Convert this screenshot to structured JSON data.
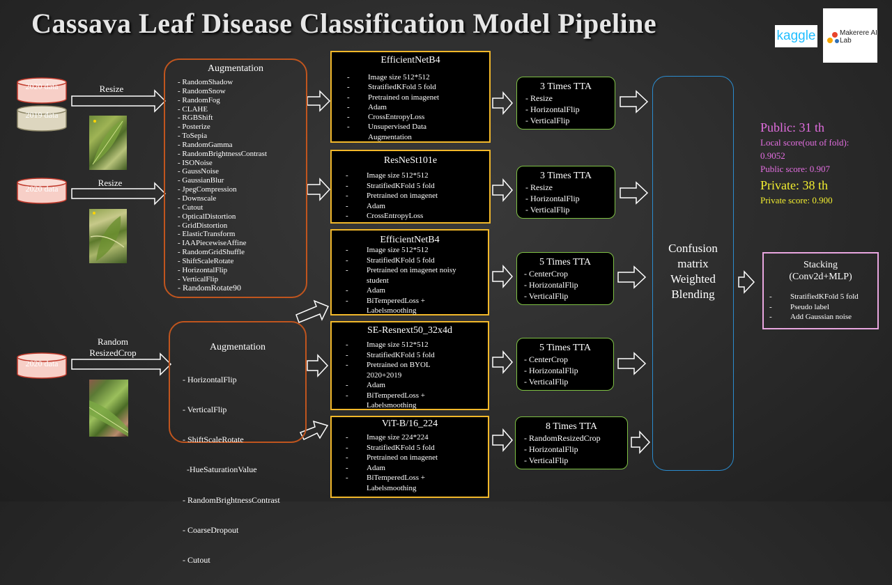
{
  "title": "Cassava Leaf Disease Classification  Model Pipeline",
  "logos": {
    "kaggle": "kaggle",
    "makerere": "Makerere AI Lab"
  },
  "data_sources": {
    "top": [
      "2020 data",
      "2019 data"
    ],
    "middle": [
      "2020 data"
    ],
    "bottom": [
      "2020 data"
    ]
  },
  "preprocess": {
    "resize1": "Resize",
    "resize2": "Resize",
    "rrc": "Random ResizedCrop"
  },
  "aug1": {
    "title": "Augmentation",
    "items": [
      "- RandomShadow",
      "- RandomSnow",
      "- RandomFog",
      "- CLAHE",
      "- RGBShift",
      "- Posterize",
      "- ToSepia",
      "- RandomGamma",
      "- RandomBrightnessContrast",
      "- ISONoise",
      "- GaussNoise",
      "- GaussianBlur",
      "- JpegCompression",
      "- Downscale",
      "- Cutout",
      "- OpticalDistortion",
      "- GridDistortion",
      "- ElasticTransform",
      "- IAAPiecewiseAffine",
      "- RandomGridShuffle",
      "- ShiftScaleRotate",
      "- HorizontalFlip",
      "- VerticalFlip",
      "- RandomRotate90"
    ]
  },
  "aug2": {
    "title": "Augmentation",
    "items": [
      "- HorizontalFlip",
      "- VerticalFlip",
      "- ShiftScaleRotate",
      "  -HueSaturationValue",
      "- RandomBrightnessContrast",
      "- CoarseDropout",
      "- Cutout"
    ]
  },
  "models": [
    {
      "title": "EfficientNetB4",
      "items": [
        "Image size 512*512",
        "StratifiedKFold 5 fold",
        "Pretrained on imagenet",
        "Adam",
        "CrossEntropyLoss",
        "Unsupervised Data Augmentation"
      ]
    },
    {
      "title": "ResNeSt101e",
      "items": [
        "Image size 512*512",
        "StratifiedKFold 5 fold",
        "Pretrained on imagenet",
        "Adam",
        "CrossEntropyLoss"
      ]
    },
    {
      "title": "EfficientNetB4",
      "items": [
        "Image size 512*512",
        "StratifiedKFold 5 fold",
        "Pretrained on imagenet noisy student",
        "Adam",
        "BiTemperedLoss + Labelsmoothing"
      ]
    },
    {
      "title": "SE-Resnext50_32x4d",
      "items": [
        "Image size 512*512",
        "StratifiedKFold 5 fold",
        "Pretrained on BYOL 2020+2019",
        "Adam",
        "BiTemperedLoss + Labelsmoothing"
      ]
    },
    {
      "title": "ViT-B/16_224",
      "items": [
        "Image size 224*224",
        "StratifiedKFold 5 fold",
        "Pretrained on imagenet",
        "Adam",
        "BiTemperedLoss + Labelsmoothing"
      ]
    }
  ],
  "tta": [
    {
      "title": "3 Times TTA",
      "items": [
        "- Resize",
        "- HorizontalFlip",
        "- VerticalFlip"
      ]
    },
    {
      "title": "3 Times TTA",
      "items": [
        "- Resize",
        "- HorizontalFlip",
        "- VerticalFlip"
      ]
    },
    {
      "title": "5 Times TTA",
      "items": [
        "- CenterCrop",
        "- HorizontalFlip",
        "- VerticalFlip"
      ]
    },
    {
      "title": "5 Times TTA",
      "items": [
        "- CenterCrop",
        "- HorizontalFlip",
        "- VerticalFlip"
      ]
    },
    {
      "title": "8 Times TTA",
      "items": [
        "- RandomResizedCrop",
        "- HorizontalFlip",
        "- VerticalFlip"
      ]
    }
  ],
  "blending": {
    "lines": [
      "Confusion",
      "matrix",
      "Weighted",
      "Blending"
    ]
  },
  "stacking": {
    "title": "Stacking",
    "subtitle": "(Conv2d+MLP)",
    "items": [
      "StratifiedKFold 5 fold",
      "Pseudo label",
      "Add Gaussian noise"
    ]
  },
  "scores": {
    "public_rank": "Public: 31 th",
    "local": "Local score(out of fold):",
    "local_value": "0.9052",
    "public_score": "Public score: 0.907",
    "private_rank": "Private: 38 th",
    "private_score": "Private score: 0.900"
  },
  "colors": {
    "aug_border": "#c0551e",
    "model_border": "#f2b82a",
    "tta_border": "#7fc244",
    "blend_border": "#2b8ccf",
    "stack_border": "#e9a6e0",
    "public": "#e36ee0",
    "private": "#f2ee30",
    "db_red": "#f7cfc7",
    "db_beige": "#ddd6bf"
  }
}
